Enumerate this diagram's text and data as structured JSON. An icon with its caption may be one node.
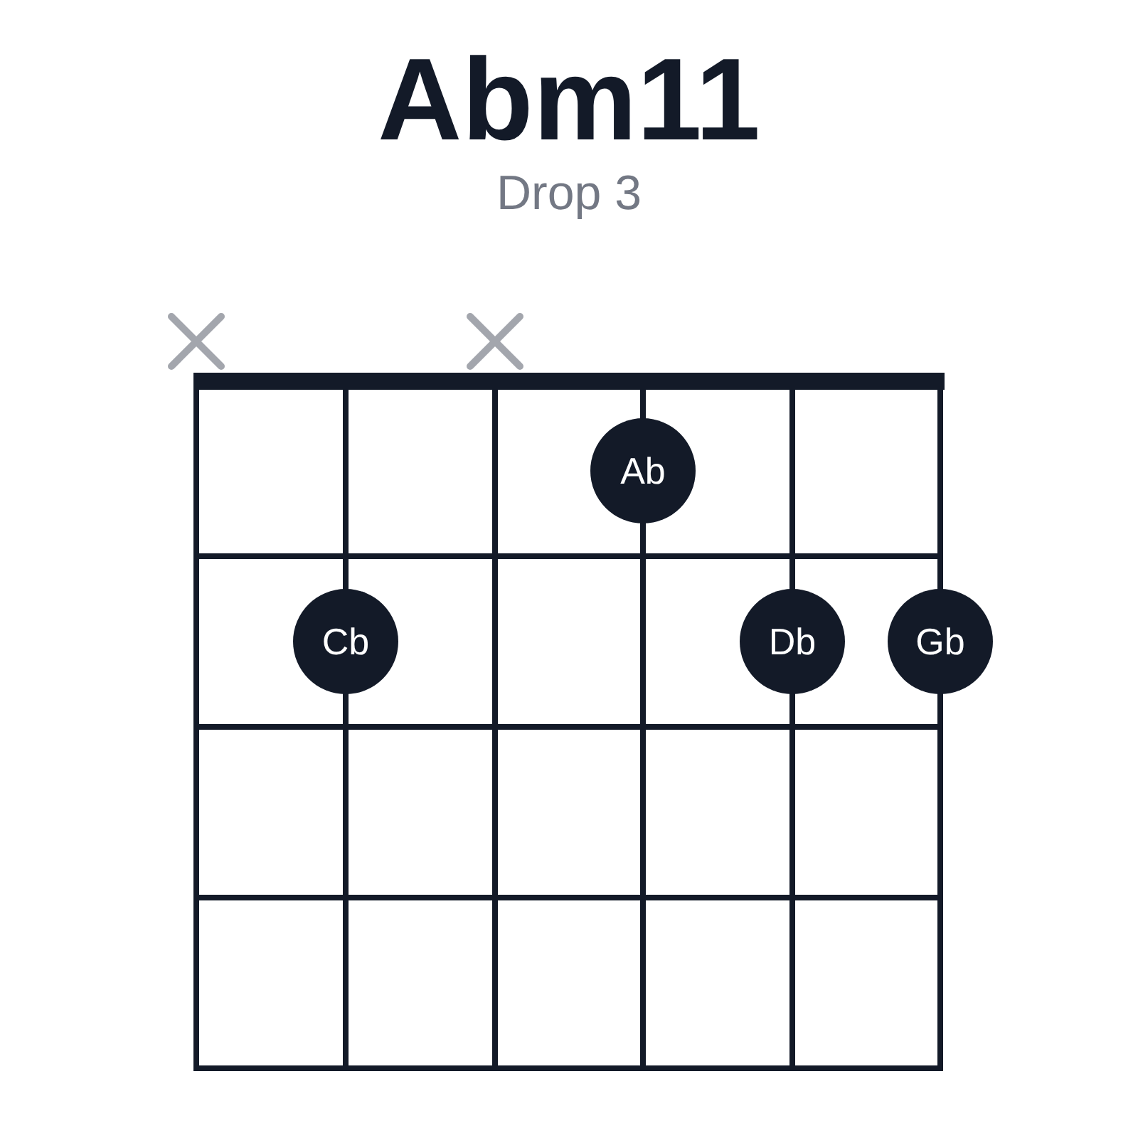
{
  "diagram": {
    "title": "Abm11",
    "nodes": [
      {
        "text": [
          "Ab"
        ]
      },
      {
        "text": [
          "Cb"
        ]
      },
      {
        "text": [
          "Db"
        ]
      },
      {
        "text": [
          "Gb"
        ]
      }
    ],
    "labels": [
      "Drop 3"
    ]
  }
}
